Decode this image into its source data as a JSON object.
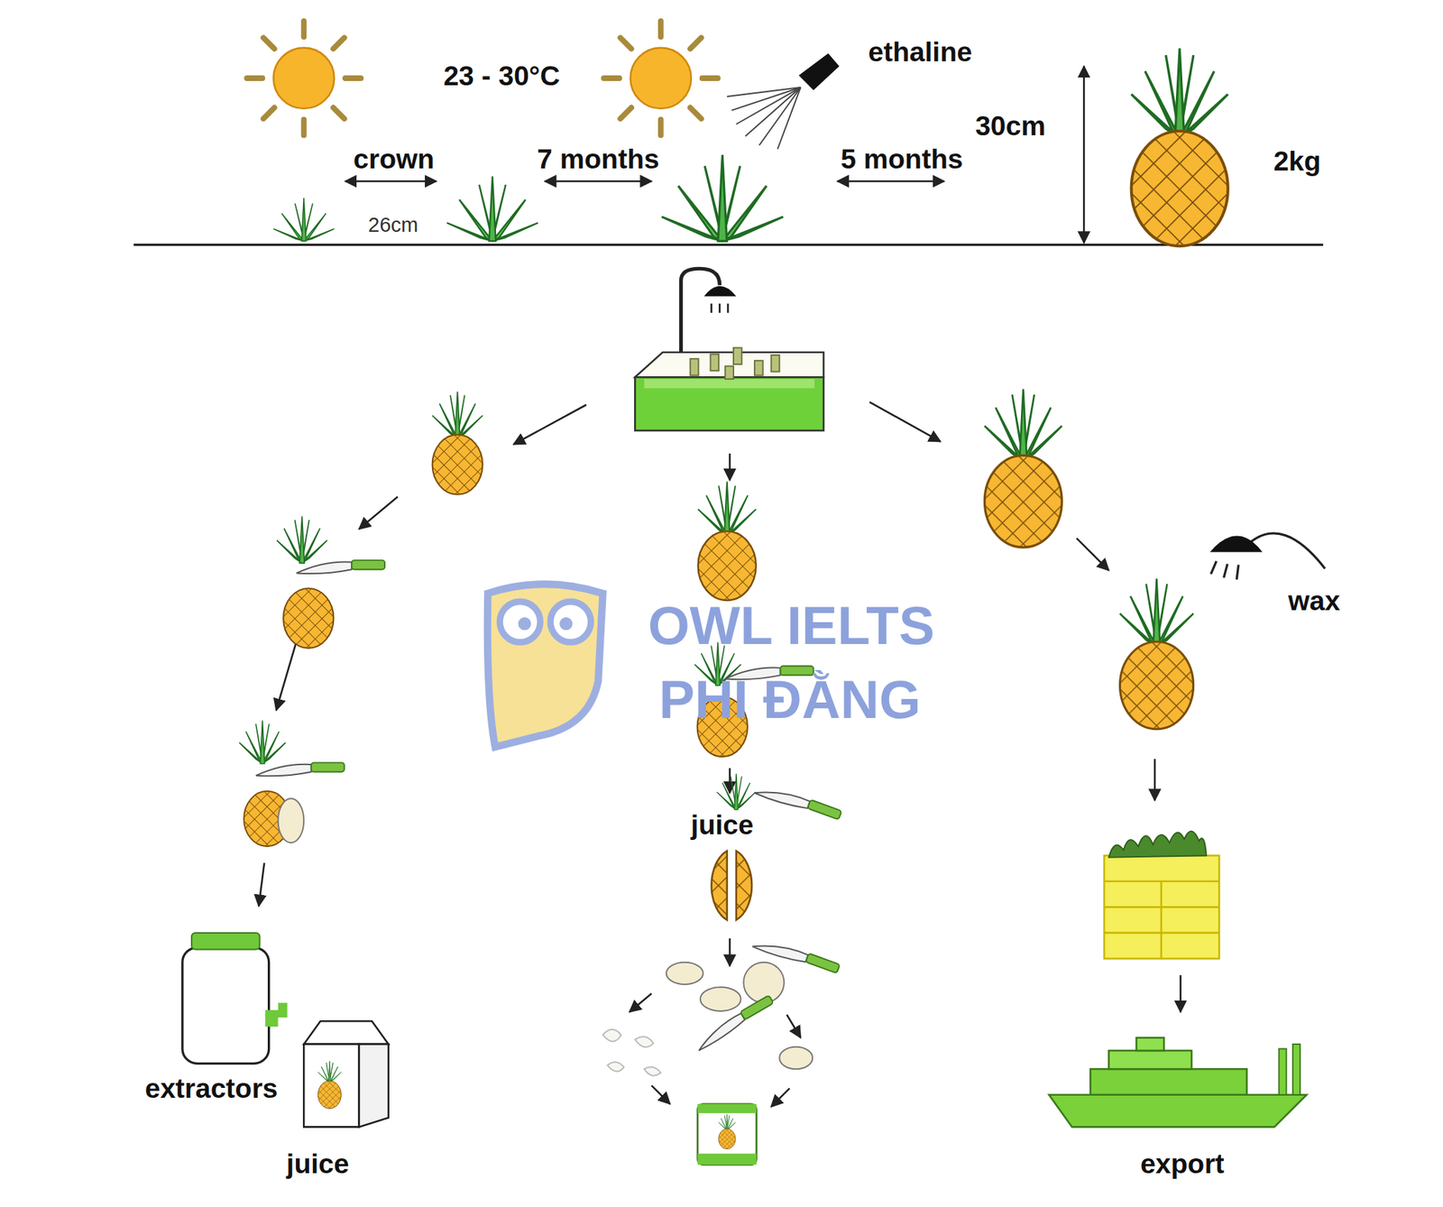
{
  "diagram": {
    "labels": [
      "23 - 30°C",
      "ethaline",
      "crown",
      "26cm",
      "7 months",
      "5 months",
      "30cm",
      "2kg",
      "OWL IELTS",
      "PHI ĐẰNG",
      "wax",
      "juice",
      "extractors",
      "juice",
      "export"
    ]
  }
}
